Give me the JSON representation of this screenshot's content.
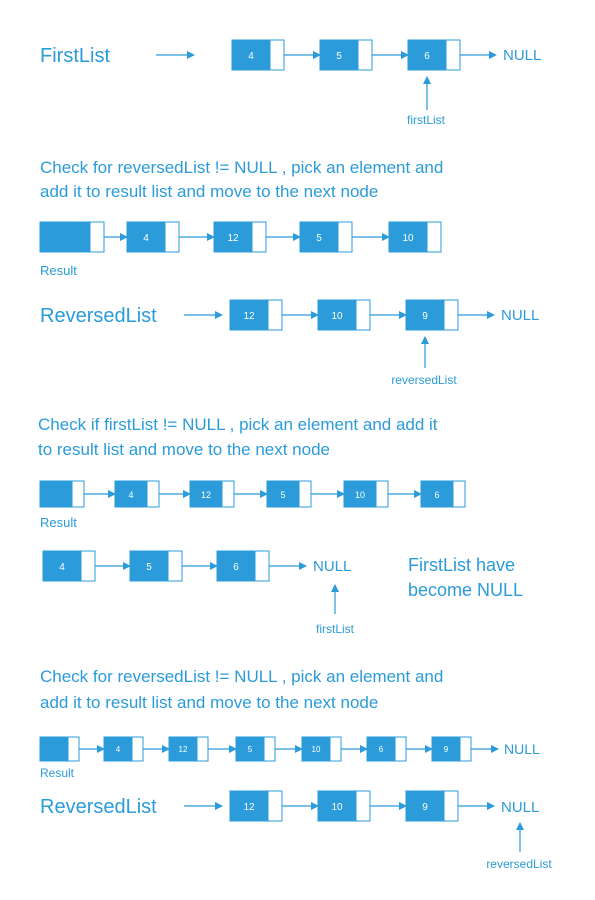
{
  "colors": {
    "accent": "#2b9bd9",
    "node_fill": "#2b9bd9",
    "node_text": "#ffffff",
    "page_bg": "#ffffff"
  },
  "labels": {
    "null": "NULL",
    "result": "Result",
    "first_list_name": "FirstList",
    "reversed_list_name": "ReversedList",
    "first_list_pointer": "firstList",
    "reversed_list_pointer": "reversedList"
  },
  "steps": [
    {
      "first_list": {
        "values": [
          "4",
          "5",
          "6"
        ]
      }
    },
    {
      "caption": [
        "Check for reversedList != NULL ,  pick an element and",
        "add it to result list and move to the next node"
      ],
      "result": {
        "values": [
          "",
          "4",
          "12",
          "5",
          "10"
        ]
      },
      "reversed_list": {
        "values": [
          "12",
          "10",
          "9"
        ]
      }
    },
    {
      "caption": [
        "Check if firstList != NULL ,  pick an element and add it",
        "to result list and move to the next node"
      ],
      "result": {
        "values": [
          "",
          "4",
          "12",
          "5",
          "10",
          "6"
        ]
      },
      "first_list": {
        "values": [
          "4",
          "5",
          "6"
        ]
      },
      "note": [
        "FirstList have",
        "become NULL"
      ]
    },
    {
      "caption": [
        "Check for reversedList != NULL ,  pick an element and",
        "add it to result list and move to the next node"
      ],
      "result": {
        "values": [
          "",
          "4",
          "12",
          "5",
          "10",
          "6",
          "9"
        ]
      },
      "reversed_list": {
        "values": [
          "12",
          "10",
          "9"
        ]
      }
    }
  ]
}
